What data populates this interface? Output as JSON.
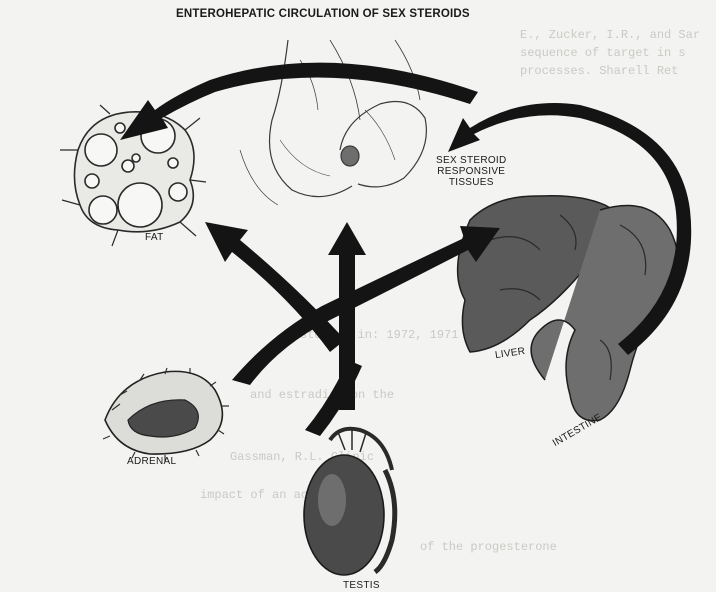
{
  "title": "ENTEROHEPATIC CIRCULATION OF SEX STEROIDS",
  "labels": {
    "fat": "FAT",
    "tissues": [
      "SEX STEROID",
      "RESPONSIVE",
      "TISSUES"
    ],
    "liver": "LIVER",
    "intestine": "INTESTINE",
    "adrenal": "ADRENAL",
    "testis": "TESTIS"
  }
}
